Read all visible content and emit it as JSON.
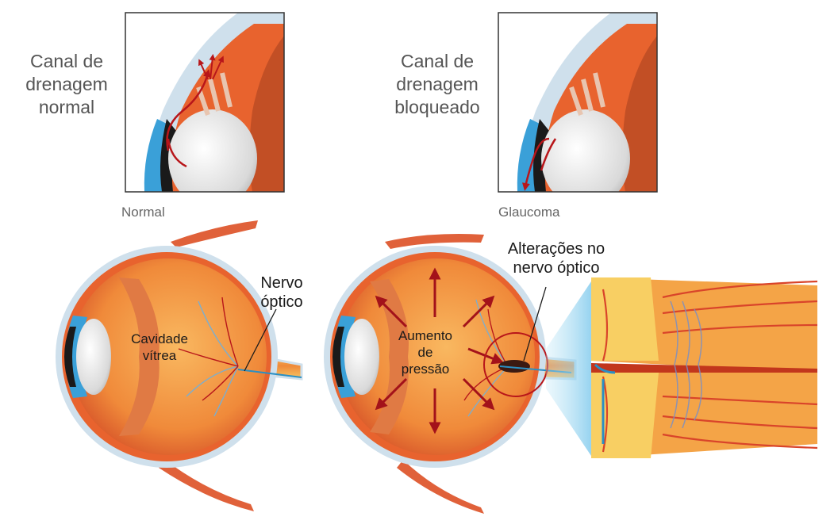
{
  "top_left": {
    "label": [
      "Canal de",
      "drenagem",
      "normal"
    ]
  },
  "top_right": {
    "label": [
      "Canal de",
      "drenagem",
      "bloqueado"
    ]
  },
  "captions": {
    "normal": "Normal",
    "glaucoma": "Glaucoma"
  },
  "normal_eye": {
    "vitreous_label": [
      "Cavidade",
      "vítrea"
    ],
    "nerve_label": [
      "Nervo",
      "óptico"
    ]
  },
  "glaucoma_eye": {
    "pressure_label": [
      "Aumento",
      "de",
      "pressão"
    ],
    "nerve_changes_label": [
      "Alterações no",
      "nervo óptico"
    ]
  },
  "colors": {
    "sclera": "#cfe0ec",
    "choroid": "#e8632e",
    "vitreous": "#f59a4a",
    "cornea": "#3aa0d8",
    "lens": "#e9e9e9",
    "vessel": "#b8161a",
    "nerve": "#f5b43a"
  }
}
